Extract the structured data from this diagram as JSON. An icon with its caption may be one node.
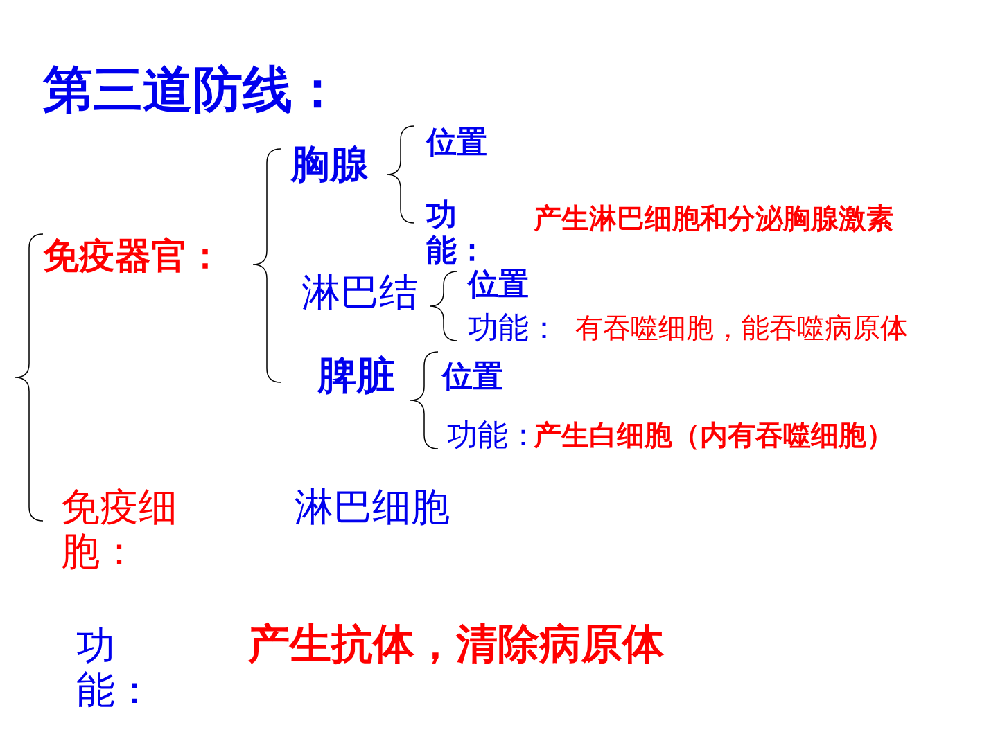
{
  "diagram": {
    "title": "第三道防线：",
    "labels": [
      "胸腺",
      "位置",
      "功能：",
      "产生淋巴细胞和分泌胸腺激素",
      "免疫器官：",
      "淋巴结",
      "位置",
      "功能：",
      "有吞噬细胞，能吞噬病原体",
      "脾脏",
      "位置",
      "功能：",
      "产生白细胞（内有吞噬细胞）",
      "免疫细胞：",
      "淋巴细胞",
      "功能：",
      "产生抗体，清除病原体"
    ]
  }
}
